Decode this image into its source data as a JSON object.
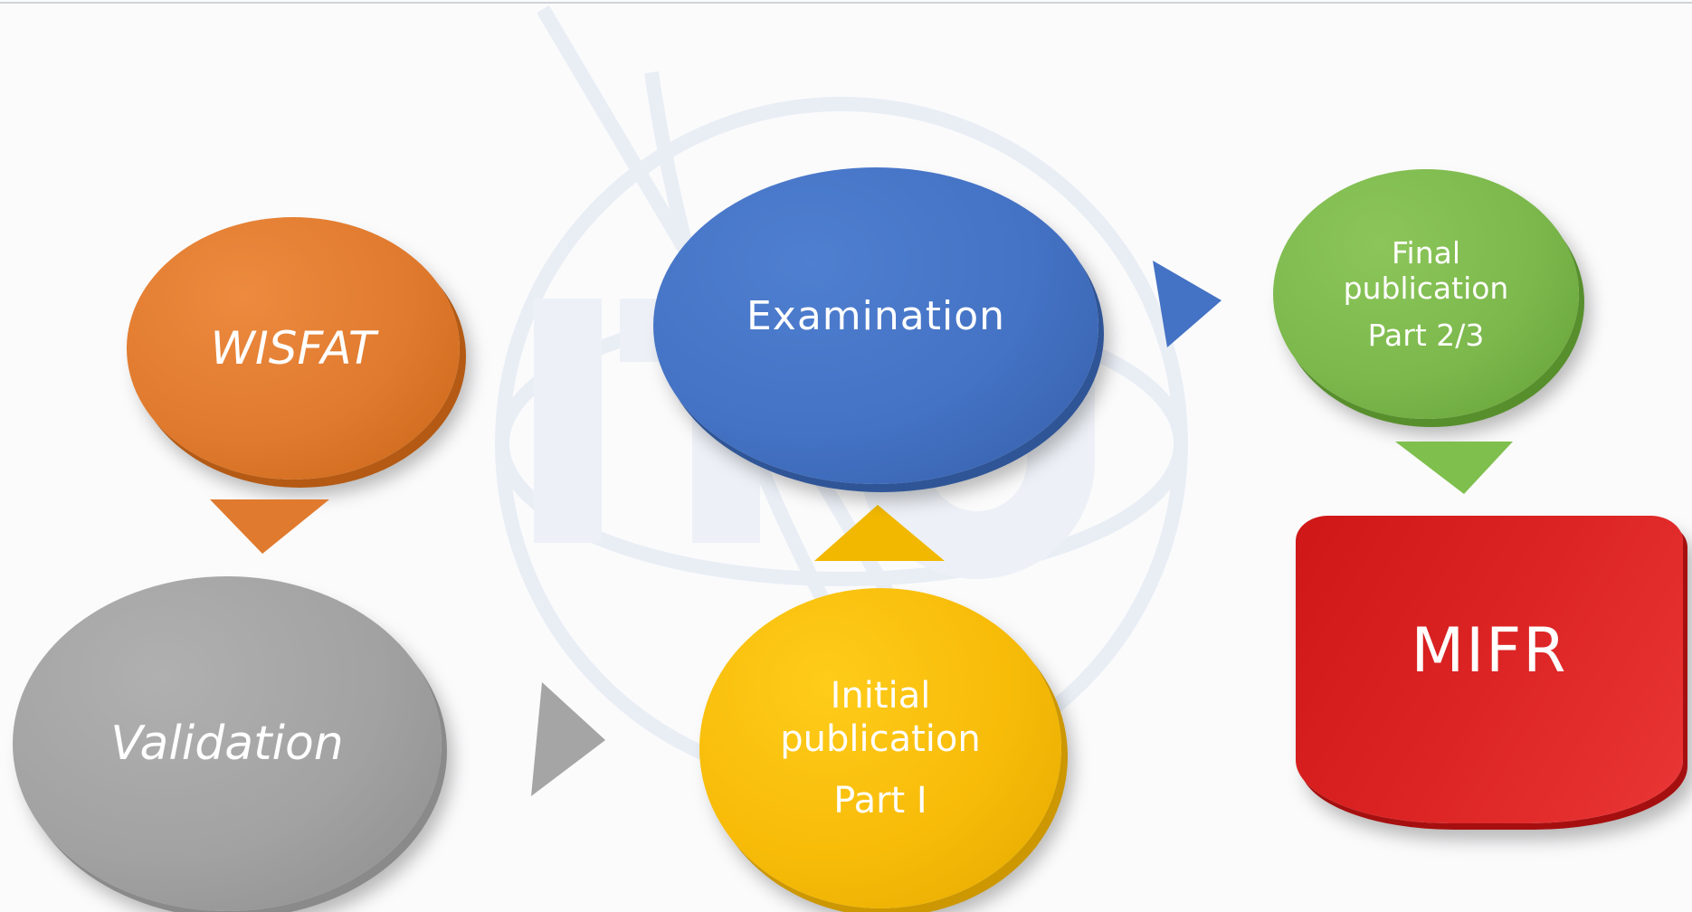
{
  "diagram": {
    "nodes": [
      {
        "id": "wisfat",
        "lines": [
          "WISFAT"
        ]
      },
      {
        "id": "validation",
        "lines": [
          "Validation"
        ]
      },
      {
        "id": "initial",
        "lines": [
          "Initial",
          "publication",
          "Part I"
        ]
      },
      {
        "id": "examination",
        "lines": [
          "Examination"
        ]
      },
      {
        "id": "final",
        "lines": [
          "Final",
          "publication",
          "Part 2/3"
        ]
      },
      {
        "id": "mifr",
        "lines": [
          "MIFR"
        ]
      }
    ],
    "edges": [
      {
        "from": "wisfat",
        "to": "validation",
        "color": "#e07a2e"
      },
      {
        "from": "validation",
        "to": "initial",
        "color": "#a5a5a5"
      },
      {
        "from": "initial",
        "to": "examination",
        "color": "#f2b800"
      },
      {
        "from": "examination",
        "to": "final",
        "color": "#4472c4"
      },
      {
        "from": "final",
        "to": "mifr",
        "color": "#7fbf4d"
      }
    ],
    "colors": {
      "wisfat": "#e07a2e",
      "validation": "#a5a5a5",
      "examination": "#4472c4",
      "initial": "#f7bb08",
      "final": "#7cb84c",
      "mifr": "#dc2424",
      "watermark": "#e6ecf5"
    }
  }
}
